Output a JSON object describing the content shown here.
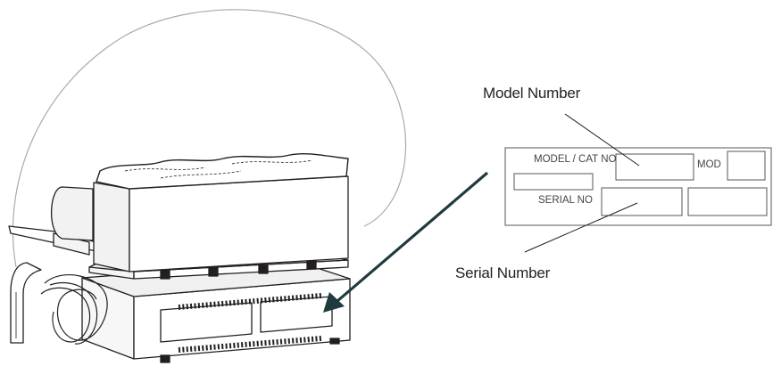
{
  "callouts": {
    "model_number": "Model Number",
    "serial_number": "Serial Number"
  },
  "label_plate": {
    "model_cat_no": "MODEL / CAT NO",
    "mod": "MOD",
    "serial_no": "SERIAL NO"
  },
  "colors": {
    "line": "#231f20",
    "arrow": "#1f3b3f",
    "dome": "#aaaaaa",
    "plate_text": "#444444"
  }
}
